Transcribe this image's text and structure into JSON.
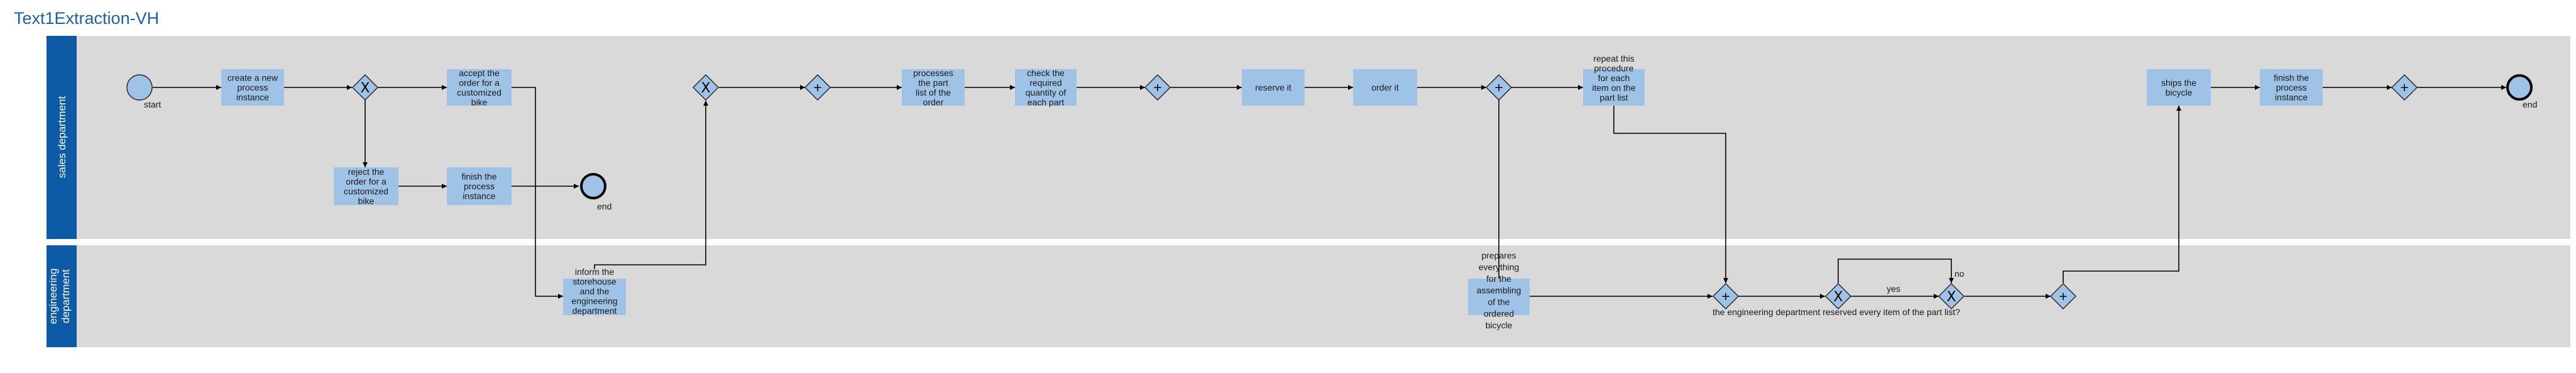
{
  "title": "Text1Extraction-VH",
  "lanes": [
    {
      "id": "sales",
      "label": "sales department"
    },
    {
      "id": "eng",
      "label_lines": [
        "engineering",
        "department"
      ]
    }
  ],
  "tasks": {
    "create": [
      "create a new",
      "process",
      "instance"
    ],
    "accept": [
      "accept the",
      "order for a",
      "customized",
      "bike"
    ],
    "reject": [
      "reject the",
      "order for a",
      "customized",
      "bike"
    ],
    "finish1": [
      "finish the",
      "process",
      "instance"
    ],
    "inform": [
      "inform the",
      "storehouse",
      "and the",
      "engineering",
      "department"
    ],
    "processes": [
      "processes",
      "the part",
      "list of the",
      "order"
    ],
    "check": [
      "check the",
      "required",
      "quantity of",
      "each part"
    ],
    "reserve": [
      "reserve it"
    ],
    "order": [
      "order it"
    ],
    "repeat": [
      "repeat this",
      "procedure",
      "for each",
      "item on the",
      "part list"
    ],
    "prepares": [
      "prepares",
      "everything",
      "for the",
      "assembling",
      "of the",
      "ordered",
      "bicycle"
    ],
    "ships": [
      "ships the",
      "bicycle"
    ],
    "finish2": [
      "finish the",
      "process",
      "instance"
    ]
  },
  "events": {
    "start": "start",
    "end1": "end",
    "end2": "end"
  },
  "gateways": {
    "xor_symbol": "X",
    "and_symbol": "+"
  },
  "flow_labels": {
    "yes": "yes",
    "no": "no",
    "question": "the engineering department reserved every item of the part list?"
  }
}
